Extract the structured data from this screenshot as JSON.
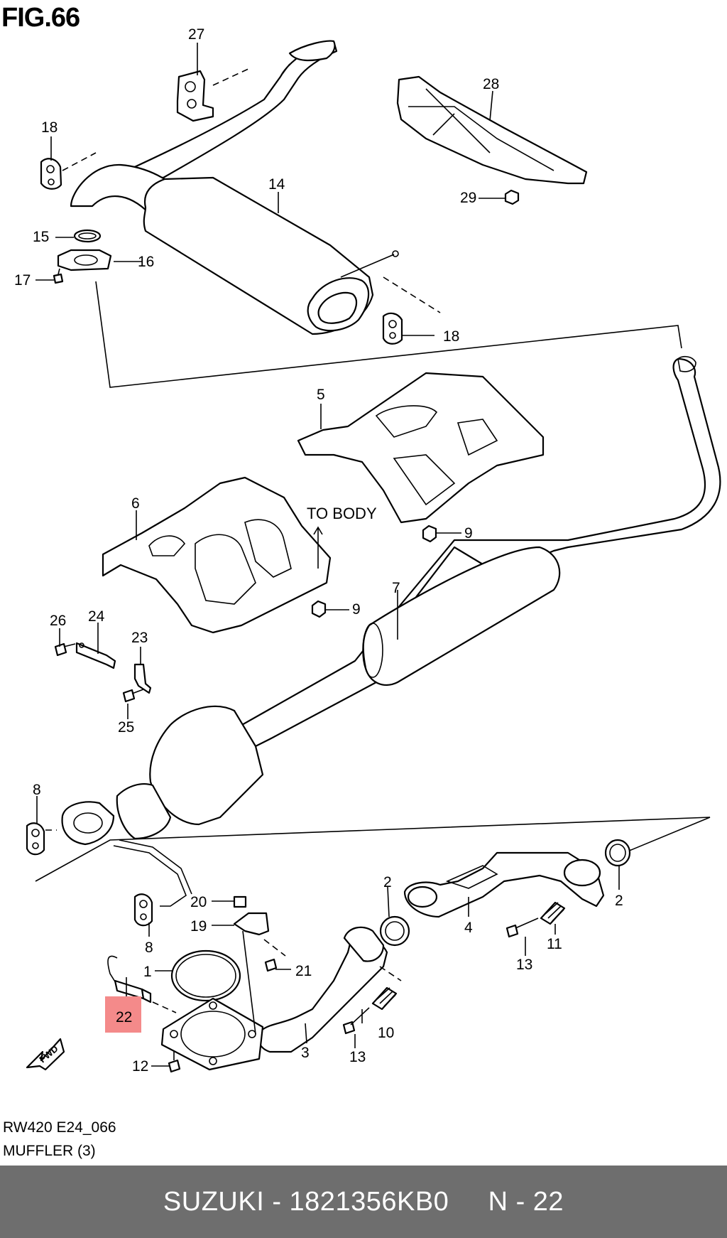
{
  "figure_title": "FIG.66",
  "to_body_label": "TO BODY",
  "fwd_label": "FWD",
  "highlight_color": "#f48a8a",
  "footer": {
    "code": "RW420 E24_066",
    "name": "MUFFLER (3)"
  },
  "bottom_bar": {
    "text": "SUZUKI - 1821356KB0     N - 22",
    "background": "#6e6e6e"
  },
  "callouts": [
    {
      "id": "c27",
      "label": "27"
    },
    {
      "id": "c28",
      "label": "28"
    },
    {
      "id": "c18a",
      "label": "18"
    },
    {
      "id": "c14",
      "label": "14"
    },
    {
      "id": "c29",
      "label": "29"
    },
    {
      "id": "c15",
      "label": "15"
    },
    {
      "id": "c16",
      "label": "16"
    },
    {
      "id": "c17",
      "label": "17"
    },
    {
      "id": "c18b",
      "label": "18"
    },
    {
      "id": "c5",
      "label": "5"
    },
    {
      "id": "c6",
      "label": "6"
    },
    {
      "id": "c9a",
      "label": "9"
    },
    {
      "id": "c9b",
      "label": "9"
    },
    {
      "id": "c7",
      "label": "7"
    },
    {
      "id": "c26",
      "label": "26"
    },
    {
      "id": "c24",
      "label": "24"
    },
    {
      "id": "c23",
      "label": "23"
    },
    {
      "id": "c25",
      "label": "25"
    },
    {
      "id": "c8a",
      "label": "8"
    },
    {
      "id": "c8b",
      "label": "8"
    },
    {
      "id": "c2a",
      "label": "2"
    },
    {
      "id": "c2b",
      "label": "2"
    },
    {
      "id": "c4",
      "label": "4"
    },
    {
      "id": "c20",
      "label": "20"
    },
    {
      "id": "c19",
      "label": "19"
    },
    {
      "id": "c1",
      "label": "1"
    },
    {
      "id": "c21",
      "label": "21"
    },
    {
      "id": "c11",
      "label": "11"
    },
    {
      "id": "c13a",
      "label": "13"
    },
    {
      "id": "c13b",
      "label": "13"
    },
    {
      "id": "c10",
      "label": "10"
    },
    {
      "id": "c3",
      "label": "3"
    },
    {
      "id": "c22",
      "label": "22"
    },
    {
      "id": "c12",
      "label": "12"
    }
  ]
}
